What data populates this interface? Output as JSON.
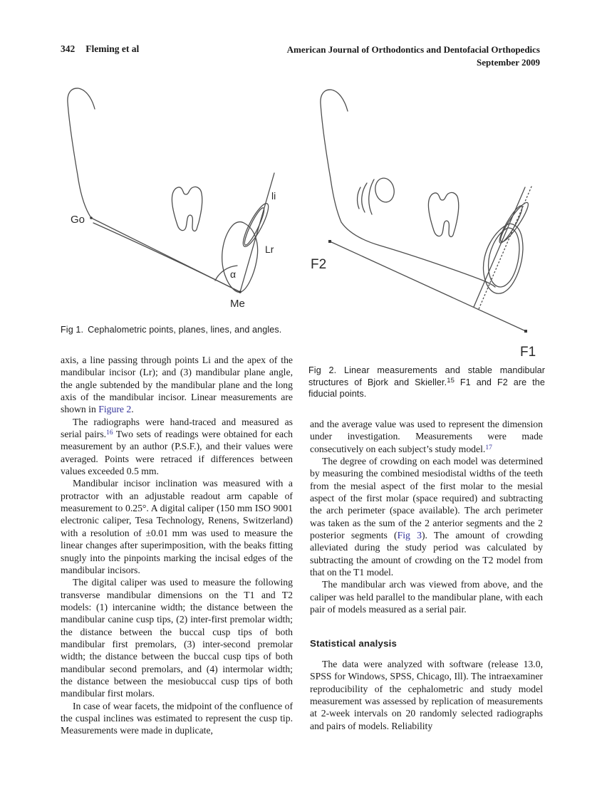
{
  "header": {
    "page_number": "342",
    "authors": "Fleming et al",
    "journal": "American Journal of Orthodontics and Dentofacial Orthopedics",
    "issue": "September 2009"
  },
  "colors": {
    "link": "#34349b",
    "body_text": "#1a1a1a",
    "figure_stroke": "#4d4d4d"
  },
  "figure1": {
    "caption": {
      "label": "Fig 1.",
      "text": "Cephalometric points, planes, lines, and angles."
    },
    "labels": {
      "go": "Go",
      "li": "li",
      "lr": "Lr",
      "alpha": "α",
      "me": "Me"
    }
  },
  "figure2": {
    "caption_paragraphs": [
      {
        "indent": false,
        "segments": [
          {
            "t": "Fig 2. Linear measurements and stable mandibular structures of Bjork and Skieller."
          },
          {
            "t": "15",
            "s": "sup"
          },
          {
            "t": " F1 and F2 are the fiducial points."
          }
        ]
      }
    ],
    "labels": {
      "f2": "F2",
      "f1": "F1"
    }
  },
  "left_column": {
    "paragraphs": [
      {
        "indent": false,
        "segments": [
          {
            "t": "axis, a line passing through points Li and the apex of the mandibular incisor (Lr); and (3) mandibular plane angle, the angle subtended by the mandibular plane and the long axis of the mandibular incisor. Linear measurements are shown in "
          },
          {
            "t": "Figure 2",
            "s": "link"
          },
          {
            "t": "."
          }
        ]
      },
      {
        "indent": true,
        "segments": [
          {
            "t": "The radiographs were hand-traced and measured as serial pairs."
          },
          {
            "t": "16",
            "s": "suplink"
          },
          {
            "t": " Two sets of readings were obtained for each measurement by an author (P.S.F.), and their values were averaged. Points were retraced if differences between values exceeded 0.5 mm."
          }
        ]
      },
      {
        "indent": true,
        "segments": [
          {
            "t": "Mandibular incisor inclination was measured with a protractor with an adjustable readout arm capable of measurement to 0.25°. A digital caliper (150 mm ISO 9001 electronic caliper, Tesa Technology, Renens, Switzerland) with a resolution of ±0.01 mm was used to measure the linear changes after superimposition, with the beaks fitting snugly into the pinpoints marking the incisal edges of the mandibular incisors."
          }
        ]
      },
      {
        "indent": true,
        "segments": [
          {
            "t": "The digital caliper was used to measure the following transverse mandibular dimensions on the T1 and T2 models: (1) intercanine width; the distance between the mandibular canine cusp tips, (2) inter-first premolar width; the distance between the buccal cusp tips of both mandibular first premolars, (3) inter-second premolar width; the distance between the buccal cusp tips of both mandibular second premolars, and (4) intermolar width; the distance between the mesiobuccal cusp tips of both mandibular first molars."
          }
        ]
      },
      {
        "indent": true,
        "segments": [
          {
            "t": "In case of wear facets, the midpoint of the confluence of the cuspal inclines was estimated to represent the cusp tip. Measurements were made in duplicate,"
          }
        ]
      }
    ]
  },
  "right_column": {
    "paragraphs_before": [
      {
        "indent": false,
        "segments": [
          {
            "t": "and the average value was used to represent the dimension under investigation. Measurements were made consecutively on each subject’s study model."
          },
          {
            "t": "17",
            "s": "suplink"
          }
        ]
      },
      {
        "indent": true,
        "segments": [
          {
            "t": "The degree of crowding on each model was determined by measuring the combined mesiodistal widths of the teeth from the mesial aspect of the first molar to the mesial aspect of the first molar (space required) and subtracting the arch perimeter (space available). The arch perimeter was taken as the sum of the 2 anterior segments and the 2 posterior segments ("
          },
          {
            "t": "Fig 3",
            "s": "link"
          },
          {
            "t": "). The amount of crowding alleviated during the study period was calculated by subtracting the amount of crowding on the T2 model from that on the T1 model."
          }
        ]
      },
      {
        "indent": true,
        "segments": [
          {
            "t": "The mandibular arch was viewed from above, and the caliper was held parallel to the mandibular plane, with each pair of models measured as a serial pair."
          }
        ]
      }
    ],
    "heading": "Statistical analysis",
    "paragraphs_after": [
      {
        "indent": true,
        "segments": [
          {
            "t": "The data were analyzed with software (release 13.0, SPSS for Windows, SPSS, Chicago, Ill). The intraexaminer reproducibility of the cephalometric and study model measurement was assessed by replication of measurements at 2-week intervals on 20 randomly selected radiographs and pairs of models. Reliability"
          }
        ]
      }
    ]
  }
}
